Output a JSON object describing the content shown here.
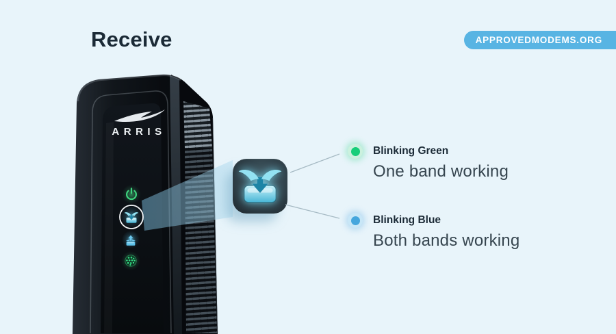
{
  "header": {
    "title": "Receive",
    "badge": "APPROVEDMODEMS.ORG"
  },
  "modem": {
    "brand": "ARRIS",
    "leds": [
      {
        "name": "power",
        "color": "green"
      },
      {
        "name": "receive",
        "color": "cyan",
        "highlighted": true
      },
      {
        "name": "send",
        "color": "cyan"
      },
      {
        "name": "online",
        "color": "green"
      }
    ]
  },
  "callout": {
    "icon": "receive-arrows-into-tray"
  },
  "legend": {
    "items": [
      {
        "label": "Blinking Green",
        "description": "One band working",
        "dot_color": "#17ce79"
      },
      {
        "label": "Blinking Blue",
        "description": "Both bands working",
        "dot_color": "#45a6dd"
      }
    ]
  },
  "colors": {
    "background": "#e8f4fa",
    "badge_background": "#58b4e3",
    "title_text": "#1b2a36",
    "beam": "#8fc6e0",
    "icon_background": "#344750"
  }
}
